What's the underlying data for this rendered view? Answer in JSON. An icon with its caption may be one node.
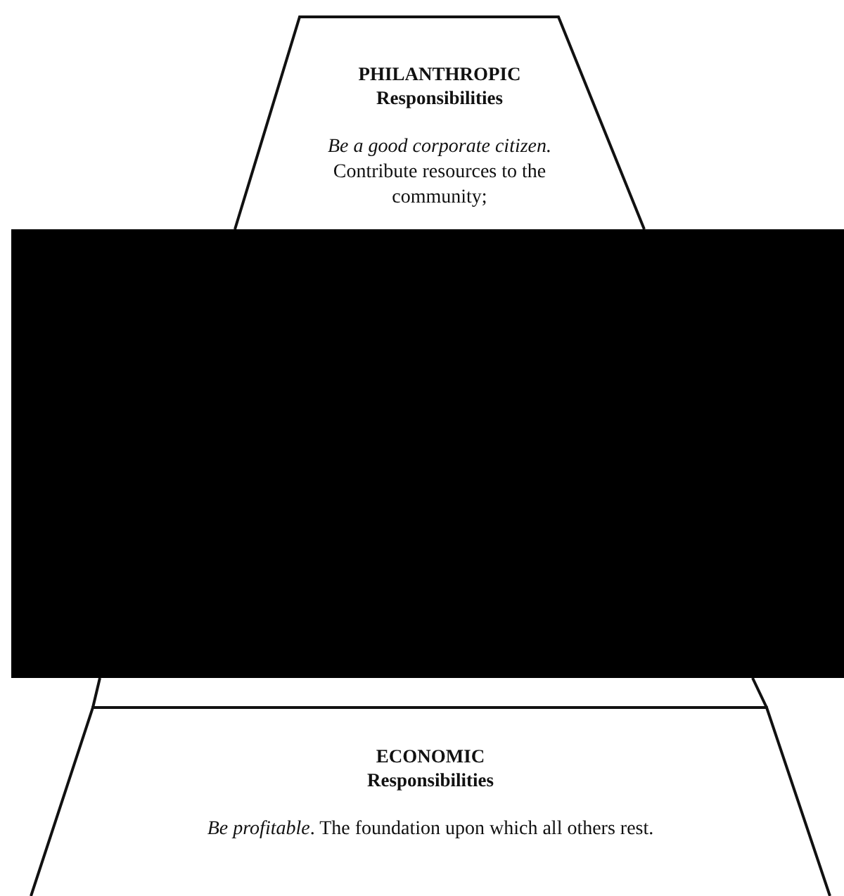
{
  "diagram": {
    "nodes": [
      {
        "text": [
          "PHILANTHROPIC Responsibilities",
          "*Be a good corporate citizen.* Contribute resources to the community;"
        ]
      },
      {
        "text": [
          "ECONOMIC Responsibilities",
          "*Be profitable*. The foundation upon which all others rest."
        ]
      }
    ]
  }
}
